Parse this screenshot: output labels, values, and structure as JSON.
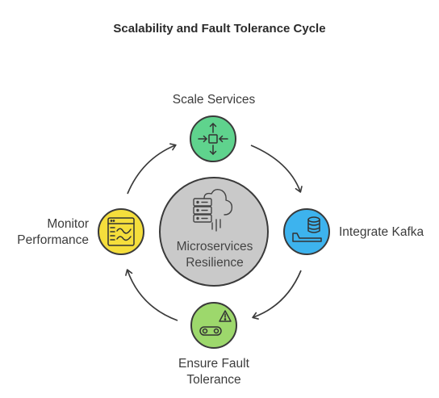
{
  "title": "Scalability and Fault Tolerance Cycle",
  "center": {
    "line1": "Microservices",
    "line2": "Resilience",
    "icon": "cloud-server-icon"
  },
  "nodes": [
    {
      "id": "scale",
      "label": "Scale Services",
      "icon": "scale-arrows-icon",
      "color": "#5fd38d"
    },
    {
      "id": "kafka",
      "label": "Integrate Kafka",
      "icon": "database-icon",
      "color": "#3db3ee"
    },
    {
      "id": "fault",
      "label_line1": "Ensure Fault",
      "label_line2": "Tolerance",
      "icon": "warning-conveyor-icon",
      "color": "#9dd86c"
    },
    {
      "id": "monitor",
      "label_line1": "Monitor",
      "label_line2": "Performance",
      "icon": "monitor-chart-icon",
      "color": "#f5de3c"
    }
  ]
}
